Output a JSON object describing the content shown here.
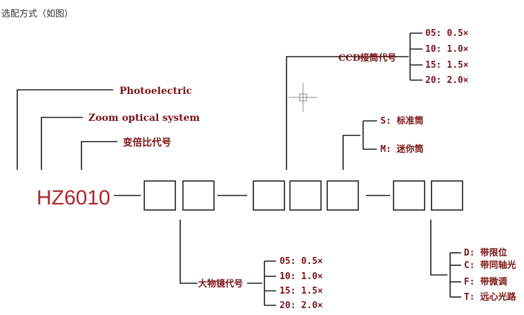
{
  "caption": "选配方式（如图）",
  "diagram": {
    "model_code": "HZ6010",
    "labels": {
      "photoelectric": "Photoelectric",
      "zoom": "Zoom optical system",
      "ratio_code": "变倍比代号",
      "ccd_code": "CCD接筒代号",
      "objective_code": "大物镜代号"
    },
    "ccd_options": [
      "05: 0.5×",
      "10: 1.0×",
      "15: 1.5×",
      "20: 2.0×"
    ],
    "tube_options": [
      "S: 标准筒",
      "M: 迷你筒"
    ],
    "objective_options": [
      "05: 0.5×",
      "10: 1.0×",
      "15: 1.5×",
      "20: 2.0×"
    ],
    "light_options": [
      "D: 带限位",
      "C: 带同轴光",
      "F: 带微调",
      "T: 远心光路"
    ],
    "colors": {
      "line": "#1a1a1a",
      "model": "#b0252a",
      "label": "#7a1416"
    }
  }
}
